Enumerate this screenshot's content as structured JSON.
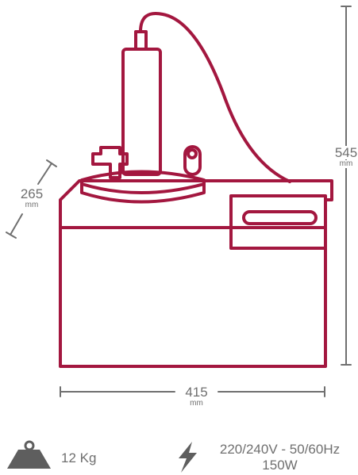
{
  "dimensions": {
    "height": {
      "value": "545",
      "unit": "mm"
    },
    "depth": {
      "value": "265",
      "unit": "mm"
    },
    "width": {
      "value": "415",
      "unit": "mm"
    }
  },
  "specs": {
    "weight": {
      "label": "12 Kg",
      "icon": "weight-icon"
    },
    "power": {
      "voltage": "220/240V - 50/60Hz",
      "wattage": "150W",
      "icon": "lightning-bolt-icon"
    }
  },
  "colors": {
    "outline": "#a3173f",
    "dimension_lines": "#6f6f6f",
    "text": "#6f6f6f",
    "icons": "#5e5e5e"
  }
}
